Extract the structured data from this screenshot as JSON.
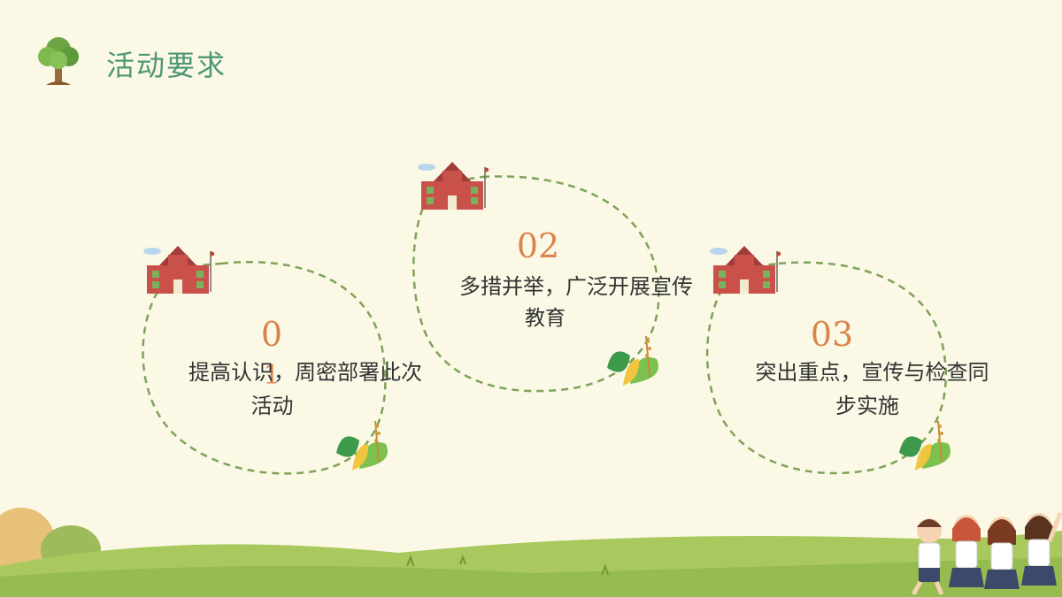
{
  "header": {
    "title": "活动要求",
    "icon": "tree-icon"
  },
  "cards": [
    {
      "number_line1": "0",
      "number_line2": "1",
      "text_line1": "提高认识，周密部署此次",
      "text_line2": "活动"
    },
    {
      "number": "02",
      "text_line1": "多措并举，广泛开展宣传",
      "text_line2": "教育"
    },
    {
      "number": "03",
      "text_line1": "突出重点，宣传与检查同",
      "text_line2": "步实施"
    }
  ],
  "colors": {
    "background": "#fbf9e6",
    "title": "#4e9774",
    "number": "#d9844c",
    "dashed_ring": "#7ea25a"
  }
}
